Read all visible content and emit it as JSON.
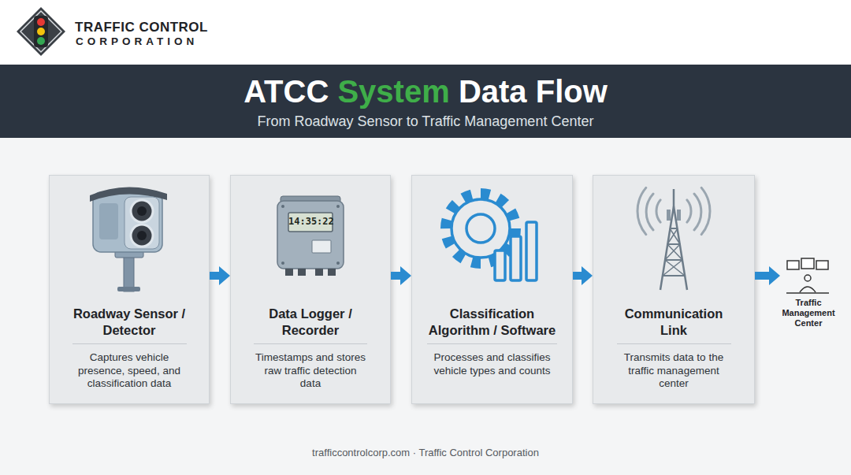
{
  "diagram": {
    "title": "ATCC System Data Flow",
    "nodes": [
      {
        "text": [
          "Roadway Sensor / Detector",
          "Captures vehicle presence, speed, and classification data"
        ]
      },
      {
        "text": [
          "Data Logger / Recorder",
          "Timestamps and stores raw traffic detection data"
        ]
      },
      {
        "text": [
          "Classification Algorithm / Software",
          "Processes and classifies vehicle types and counts"
        ]
      },
      {
        "text": [
          "Communication Link",
          "Transmits data to the traffic management center"
        ]
      },
      {
        "text": [
          "Traffic Management Center"
        ]
      }
    ],
    "edges": [
      {
        "from": 0,
        "to": 1,
        "arrow": "to"
      },
      {
        "from": 1,
        "to": 2,
        "arrow": "to"
      },
      {
        "from": 2,
        "to": 3,
        "arrow": "to"
      },
      {
        "from": 3,
        "to": 4,
        "arrow": "to"
      }
    ],
    "labels": [
      "TRAFFIC CONTROL",
      "CORPORATION",
      "From Roadway Sensor to Traffic Management Center",
      "14:35:22",
      "trafficcontrolcorp.com · Traffic Control Corporation"
    ]
  }
}
